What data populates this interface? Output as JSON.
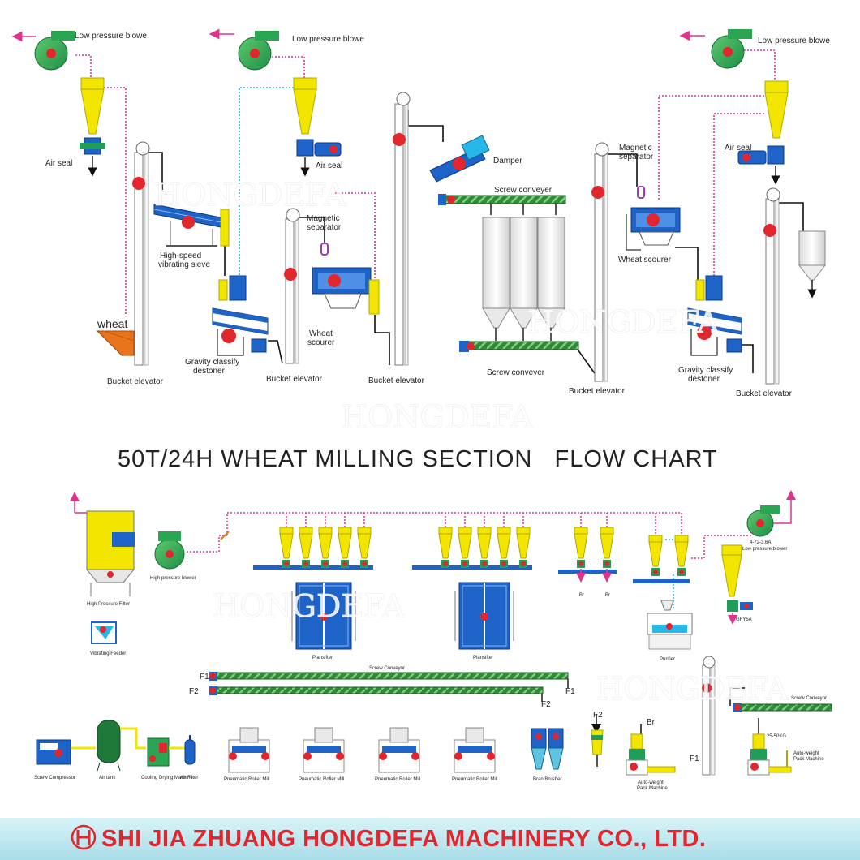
{
  "title": "50T/24H WHEAT MILLING SECTION   FLOW CHART",
  "watermark": "HONGDEFA",
  "footer": {
    "company": "SHI JIA ZHUANG HONGDEFA MACHINERY CO., LTD."
  },
  "colors": {
    "accent_red": "#e1262d",
    "pipe_pink": "#e0338f",
    "pipe_cyan": "#27b7e8",
    "cyclone_yellow": "#f2e600",
    "machine_blue": "#1e63c8",
    "conveyor_green": "#2f8a3a",
    "motor_green": "#1f9e5a",
    "footer_band": "#bfeaf2"
  },
  "cleaning": {
    "blower_1": "Low pressure blowe",
    "blower_2": "Low pressure blowe",
    "blower_3": "Low pressure blowe",
    "air_seal_1": "Air seal",
    "air_seal_2": "Air seal",
    "air_seal_3": "Air seal",
    "wheat_hopper": "wheat",
    "bucket_elevator_1": "Bucket elevator",
    "bucket_elevator_2": "Bucket elevator",
    "bucket_elevator_3": "Bucket elevator",
    "bucket_elevator_4": "Bucket elevator",
    "bucket_elevator_5": "Bucket elevator",
    "sieve_line1": "High-speed",
    "sieve_line2": "vibrating sieve",
    "destoner_1_line1": "Gravity classify",
    "destoner_1_line2": "destoner",
    "destoner_2_line1": "Gravity classify",
    "destoner_2_line2": "destoner",
    "magnetic_1_line1": "Magnetic",
    "magnetic_1_line2": "separator",
    "magnetic_2_line1": "Magnetic",
    "magnetic_2_line2": "separator",
    "scourer_1_line1": "Wheat",
    "scourer_1_line2": "scourer",
    "scourer_2": "Wheat scourer",
    "damper": "Damper",
    "screw_top": "Screw conveyer",
    "screw_bottom": "Screw conveyer"
  },
  "milling": {
    "hp_filter": "High Pressure Filter",
    "hp_blower": "High pressure blower",
    "vibrating_feeder": "Vibrating Feeder",
    "plansifter_1": "Plansifter",
    "plansifter_2": "Plansifter",
    "br_1": "Br",
    "br_2": "Br",
    "purifier": "Purifier",
    "lp_blower_code": "4-72-3.6A",
    "lp_blower": "Low pressure blower",
    "cyclone_code": "GFY5A",
    "screw_conveyor_main": "Screw Conveyor",
    "screw_conveyor_right": "Screw Conveyor",
    "f1_left": "F1",
    "f2_left": "F2",
    "f1_right": "F1",
    "f2_right": "F2",
    "f2_top": "F2",
    "br_top": "Br",
    "f1_elevator": "F1",
    "compressor": "Screw Compressor",
    "air_tank": "Air tank",
    "drying_machine": "Cooling Drying Machine",
    "air_filter": "Air Filter",
    "roller_1": "Pneumatic Roller Mill",
    "roller_2": "Pneumatic Roller Mill",
    "roller_3": "Pneumatic Roller Mill",
    "roller_4": "Pneumatic Roller Mill",
    "bran_brusher": "Bran Brusher",
    "pack_1_line1": "Auto-weight",
    "pack_1_line2": "Pack Machine",
    "pack_2_weight": "25-50KG",
    "pack_2_line1": "Auto-weight",
    "pack_2_line2": "Pack Machine"
  }
}
